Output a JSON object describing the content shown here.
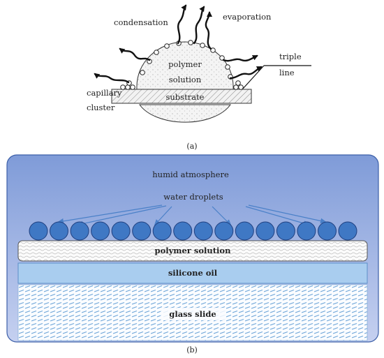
{
  "panel_a": {
    "labels": {
      "condensation": "condensation",
      "evaporation": "evaporation",
      "polymer": "polymer",
      "solution": "solution",
      "substrate": "substrate",
      "triple": "triple",
      "line": "line",
      "capillary": "capillary",
      "cluster": "cluster"
    },
    "caption": "(a)"
  },
  "panel_b": {
    "labels": {
      "humid_atmosphere": "humid atmosphere",
      "water_droplets": "water droplets",
      "polymer_solution": "polymer solution",
      "silicone_oil": "silicone oil",
      "glass_slide": "glass slide"
    },
    "droplet_count": 16,
    "caption": "(b)"
  },
  "colors": {
    "atmosphere_top": "#7f9bd8",
    "atmosphere_bottom": "#bcc9ee",
    "droplet_fill": "#3f78c4",
    "droplet_stroke": "#1f3f7f",
    "silicone_oil": "#a9cdef",
    "glass_slide_hatch": "#6fa6d8",
    "arrow_blue": "#4a80c8"
  }
}
